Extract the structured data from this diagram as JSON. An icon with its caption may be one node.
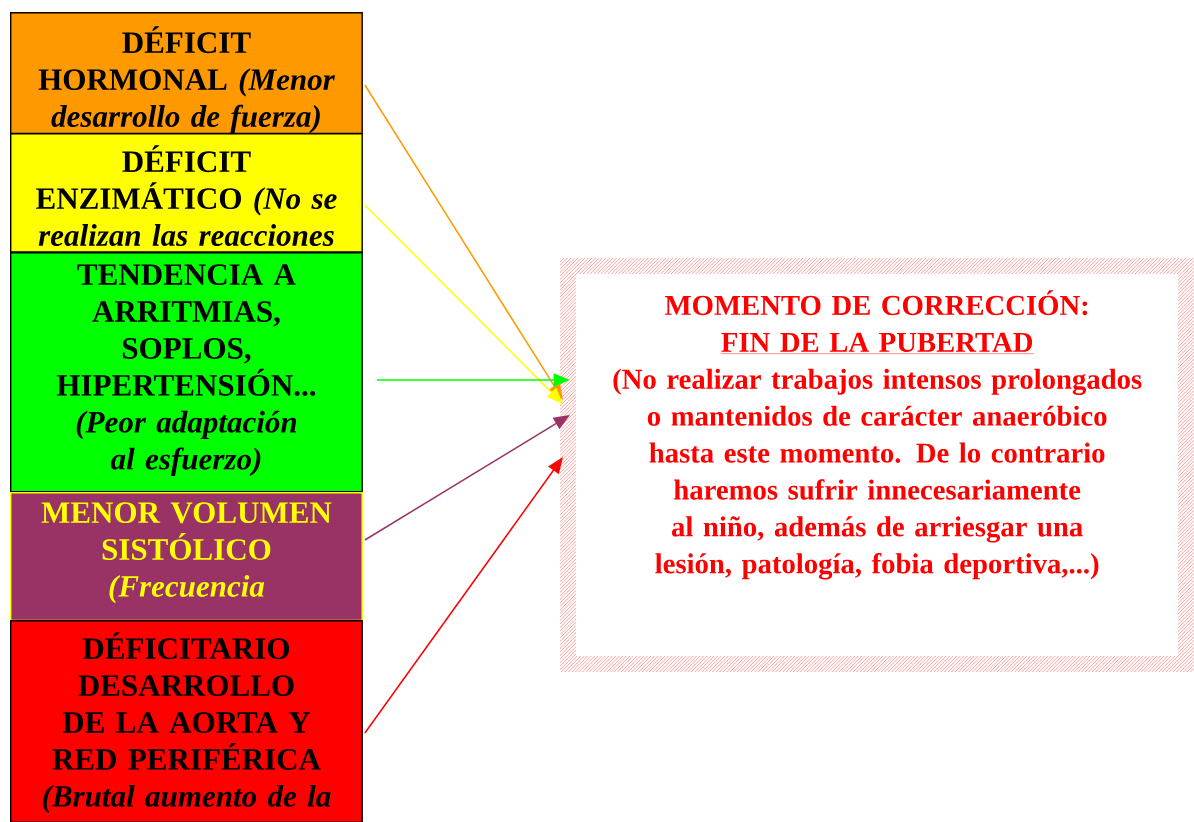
{
  "diagram": {
    "nodes": [
      {
        "text": [
          "DÉFICIT HORMONAL",
          "(Menor desarrollo de fuerza)"
        ]
      },
      {
        "text": [
          "DÉFICIT ENZIMÁTICO",
          "(No se realizan las reacciones"
        ]
      },
      {
        "text": [
          "TENDENCIA A ARRITMIAS, SOPLOS, HIPERTENSIÓN...",
          "(Peor adaptación al esfuerzo)"
        ]
      },
      {
        "text": [
          "MENOR VOLUMEN SISTÓLICO",
          "(Frecuencia"
        ]
      },
      {
        "text": [
          "DÉFICITARIO DESARROLLO DE LA AORTA Y RED PERIFÉRICA",
          "(Brutal aumento de la"
        ]
      },
      {
        "text": [
          "MOMENTO DE CORRECCIÓN:",
          "FIN DE LA PUBERTAD",
          "(No realizar trabajos intensos prolongados o mantenidos de carácter anaeróbico hasta este momento. De lo contrario haremos sufrir innecesariamente al niño, además de arriesgar una lesión, patología, fobia deportiva,...)"
        ]
      }
    ],
    "edges": [
      {
        "from": 0,
        "to": 5,
        "arrow": "to",
        "color": "#ff9900"
      },
      {
        "from": 1,
        "to": 5,
        "arrow": "to",
        "color": "#ffff00"
      },
      {
        "from": 2,
        "to": 5,
        "arrow": "to",
        "color": "#00ff00"
      },
      {
        "from": 3,
        "to": 5,
        "arrow": "to",
        "color": "#993366"
      },
      {
        "from": 4,
        "to": 5,
        "arrow": "to",
        "color": "#ff0000"
      }
    ]
  }
}
